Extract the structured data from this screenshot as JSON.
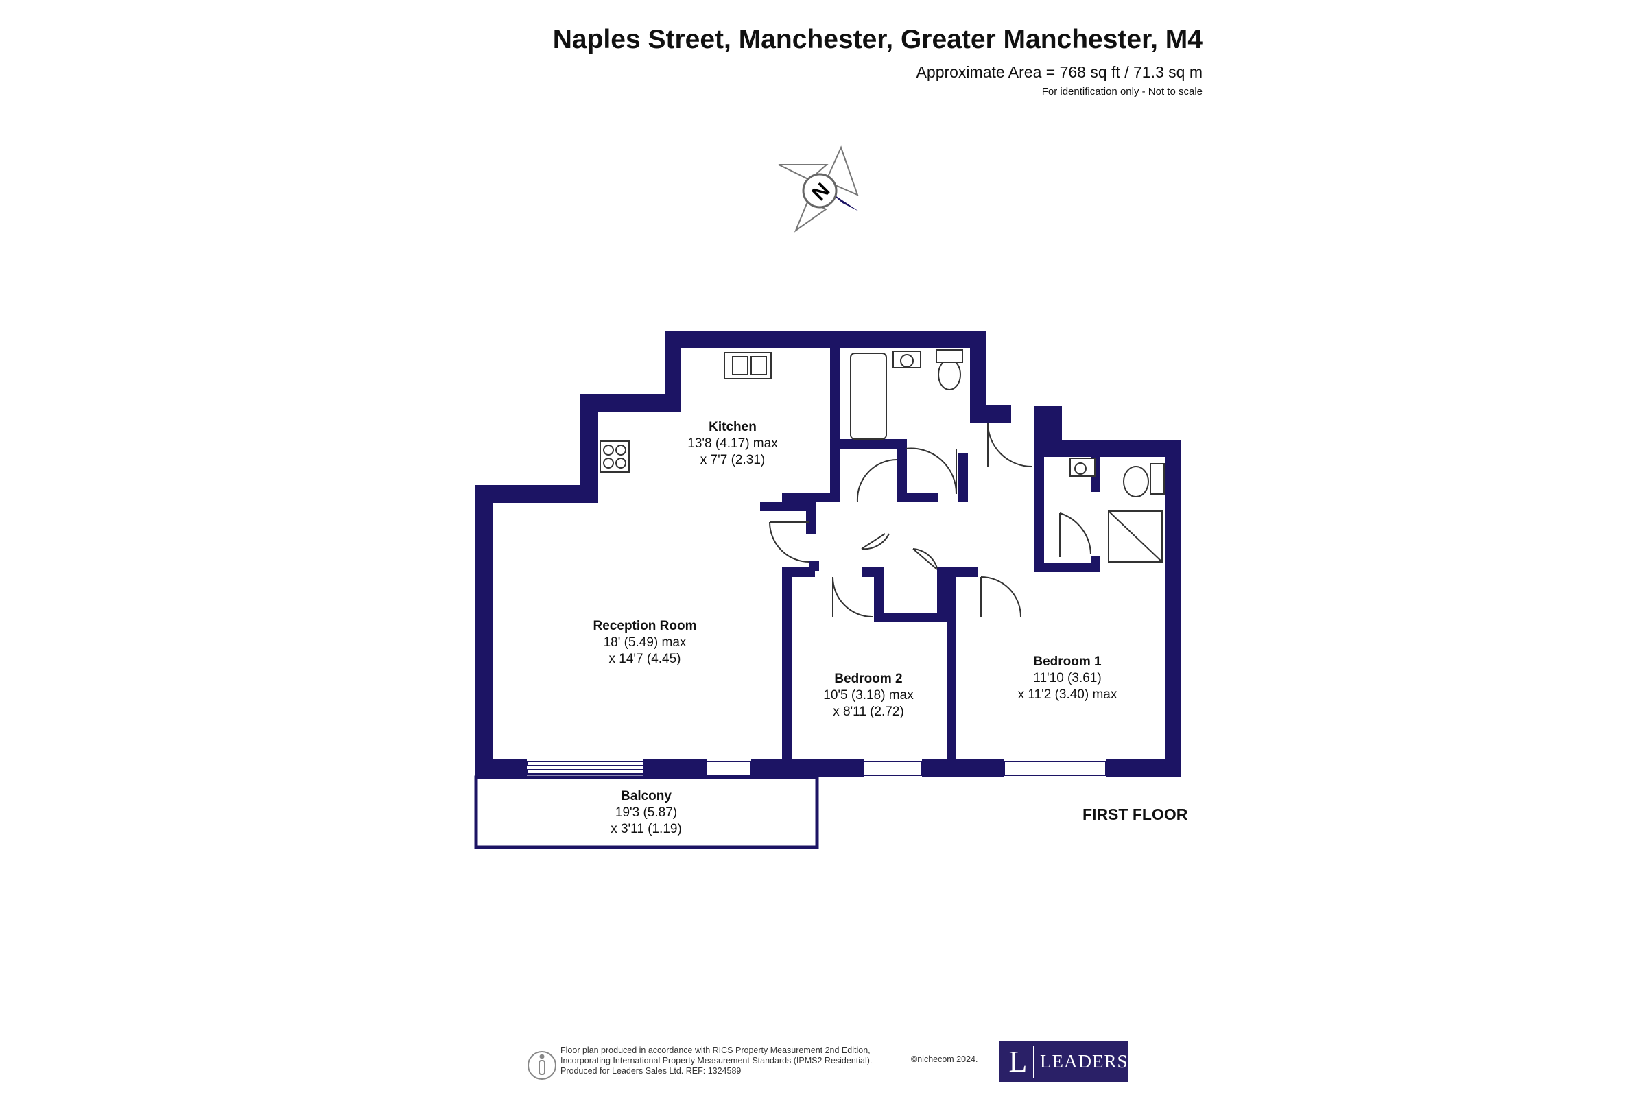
{
  "header": {
    "title": "Naples Street, Manchester, Greater Manchester, M4",
    "area": "Approximate Area = 768 sq ft / 71.3 sq m",
    "note": "For identification only - Not to scale"
  },
  "compass": {
    "letter": "N"
  },
  "rooms": {
    "kitchen": {
      "name": "Kitchen",
      "dim1": "13'8 (4.17) max",
      "dim2": "x 7'7 (2.31)"
    },
    "reception": {
      "name": "Reception Room",
      "dim1": "18' (5.49) max",
      "dim2": "x 14'7 (4.45)"
    },
    "bedroom2": {
      "name": "Bedroom 2",
      "dim1": "10'5 (3.18) max",
      "dim2": "x 8'11 (2.72)"
    },
    "bedroom1": {
      "name": "Bedroom 1",
      "dim1": "11'10 (3.61)",
      "dim2": "x 11'2 (3.40) max"
    },
    "balcony": {
      "name": "Balcony",
      "dim1": "19'3 (5.87)",
      "dim2": "x 3'11 (1.19)"
    }
  },
  "floor_label": "FIRST FLOOR",
  "footer": {
    "line1": "Floor plan produced in accordance with RICS Property Measurement 2nd Edition,",
    "line2": "Incorporating International Property Measurement Standards (IPMS2 Residential).",
    "line3": "Produced for Leaders Sales Ltd.   REF:  1324589",
    "copyright": "©nichecom 2024."
  },
  "logo": {
    "mark": "L",
    "word": "LEADERS"
  },
  "colors": {
    "wall": "#1c1464",
    "logo_bg": "#2a2067"
  }
}
